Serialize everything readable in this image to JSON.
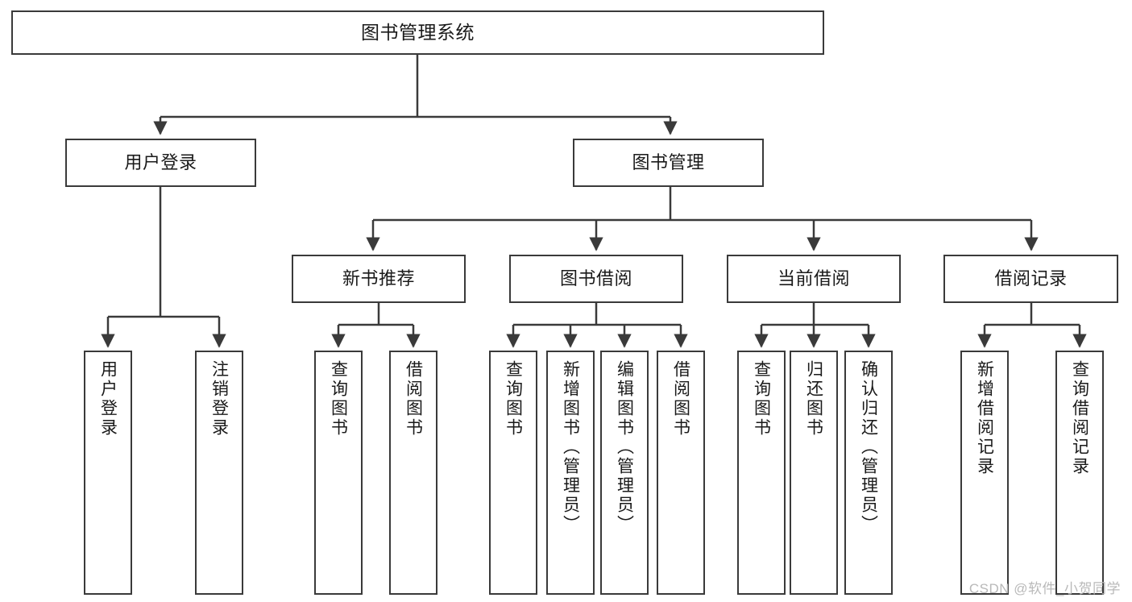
{
  "diagram": {
    "type": "tree",
    "title": "图书管理系统",
    "root": {
      "id": "root",
      "label": "图书管理系统"
    },
    "level1": [
      {
        "id": "user-login",
        "label": "用户登录"
      },
      {
        "id": "book-manage",
        "label": "图书管理"
      }
    ],
    "level2": [
      {
        "id": "new-book-recommend",
        "label": "新书推荐"
      },
      {
        "id": "book-borrow",
        "label": "图书借阅"
      },
      {
        "id": "current-borrow",
        "label": "当前借阅"
      },
      {
        "id": "borrow-record",
        "label": "借阅记录"
      }
    ],
    "leaves": [
      {
        "id": "leaf-user-login",
        "label": "用户登录",
        "parent": "user-login"
      },
      {
        "id": "leaf-logout-login",
        "label": "注销登录",
        "parent": "user-login"
      },
      {
        "id": "leaf-query-book-1",
        "label": "查询图书",
        "parent": "new-book-recommend"
      },
      {
        "id": "leaf-borrow-book-1",
        "label": "借阅图书",
        "parent": "new-book-recommend"
      },
      {
        "id": "leaf-query-book-2",
        "label": "查询图书",
        "parent": "book-borrow"
      },
      {
        "id": "leaf-add-book",
        "label": "新增图书（管理员）",
        "parent": "book-borrow"
      },
      {
        "id": "leaf-edit-book",
        "label": "编辑图书（管理员）",
        "parent": "book-borrow"
      },
      {
        "id": "leaf-borrow-book-2",
        "label": "借阅图书",
        "parent": "book-borrow"
      },
      {
        "id": "leaf-query-book-3",
        "label": "查询图书",
        "parent": "current-borrow"
      },
      {
        "id": "leaf-return-book",
        "label": "归还图书",
        "parent": "current-borrow"
      },
      {
        "id": "leaf-confirm-return",
        "label": "确认归还（管理员）",
        "parent": "current-borrow"
      },
      {
        "id": "leaf-add-record",
        "label": "新增借阅记录",
        "parent": "borrow-record"
      },
      {
        "id": "leaf-query-record",
        "label": "查询借阅记录",
        "parent": "borrow-record"
      }
    ],
    "colors": {
      "stroke": "#3a3a3a",
      "fill": "#ffffff",
      "text": "#1a1a1a",
      "watermark": "#b9b9b9"
    }
  },
  "watermark": {
    "text": "CSDN @软件_小贺同学"
  }
}
